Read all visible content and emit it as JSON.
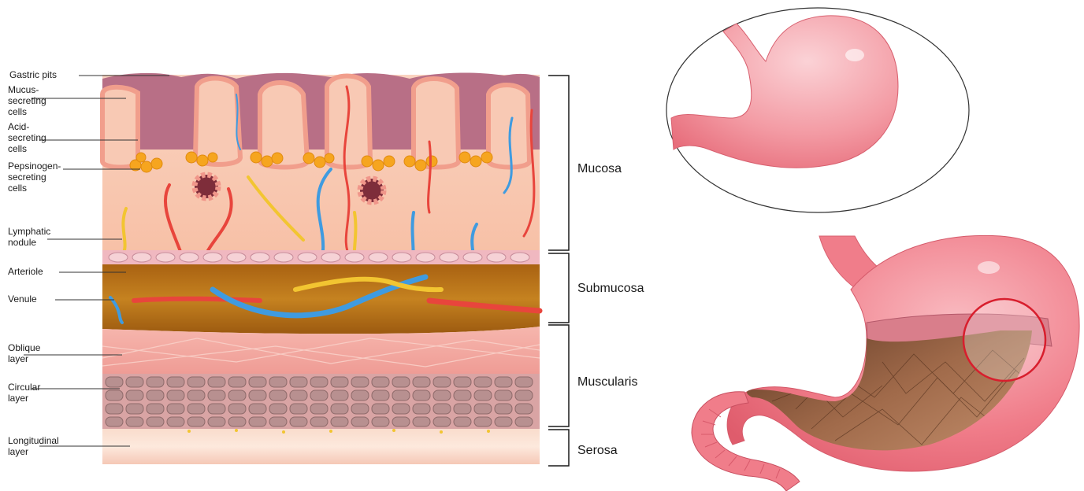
{
  "layer_labels": [
    {
      "id": "gastric-pits",
      "lines": [
        "Gastric pits"
      ]
    },
    {
      "id": "mucus-secreting-cells",
      "lines": [
        "Mucus-",
        "secreting",
        "cells"
      ]
    },
    {
      "id": "acid-secreting-cells",
      "lines": [
        "Acid-",
        "secreting",
        "cells"
      ]
    },
    {
      "id": "pepsinogen-secreting-cells",
      "lines": [
        "Pepsinogen-",
        "secreting",
        "cells"
      ]
    },
    {
      "id": "lymphatic-nodule",
      "lines": [
        "Lymphatic",
        "nodule"
      ]
    },
    {
      "id": "arteriole",
      "lines": [
        "Arteriole"
      ]
    },
    {
      "id": "venule",
      "lines": [
        "Venule"
      ]
    },
    {
      "id": "oblique-layer",
      "lines": [
        "Oblique",
        "layer"
      ]
    },
    {
      "id": "circular-layer",
      "lines": [
        "Circular",
        "layer"
      ]
    },
    {
      "id": "longitudinal-layer",
      "lines": [
        "Longitudinal",
        "layer"
      ]
    }
  ],
  "regions": [
    {
      "id": "mucosa",
      "label": "Mucosa"
    },
    {
      "id": "submucosa",
      "label": "Submucosa"
    },
    {
      "id": "muscularis",
      "label": "Muscularis"
    },
    {
      "id": "serosa",
      "label": "Serosa"
    }
  ],
  "colors": {
    "mucosa": "#f7c6ad",
    "pits": "#b4707f",
    "cells": "#f2a08b",
    "pepsinogen": "#f5a51e",
    "submucosa": "#b87316",
    "muscle": "#f3a7a0",
    "circular": "#b58e8e",
    "serosa": "#f7d6c6",
    "artery": "#e8453c",
    "vein": "#3f9be0",
    "lymph": "#f2c531",
    "stomach": "#f07d8a",
    "stomach_inner": "#8a5a3e",
    "highlight_ring": "#d81e2d"
  }
}
